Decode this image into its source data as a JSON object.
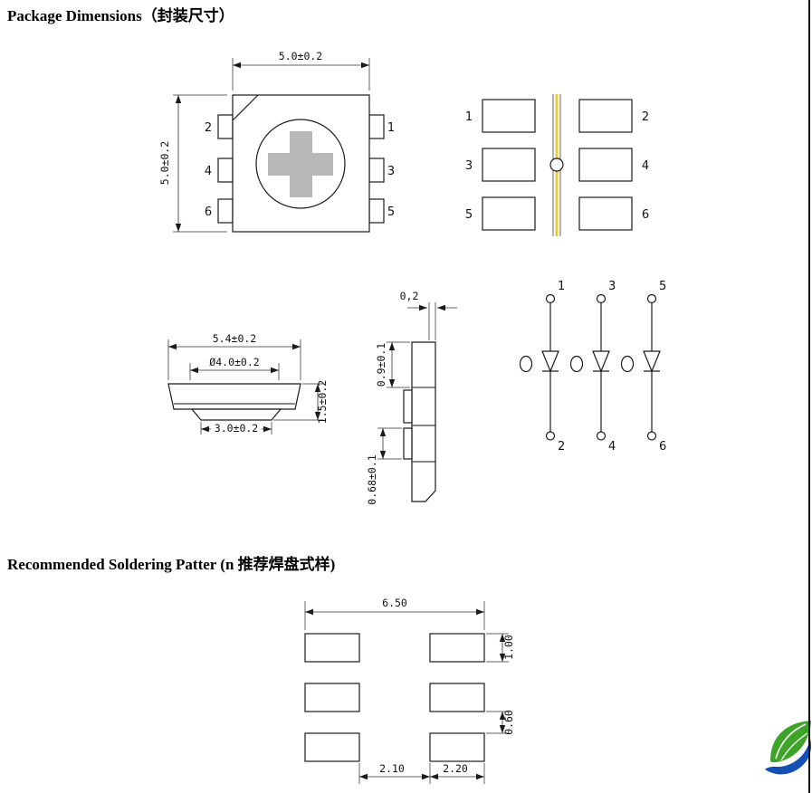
{
  "page": {
    "section1_title": "Package Dimensions（封装尺寸）",
    "section2_title": "Recommended Soldering Patter (n 推荐焊盘式样)"
  },
  "colors": {
    "drawing_line": "#1a1a1a",
    "center_line_yellow": "#e8cc3a",
    "chip_gray": "#b8b8b8",
    "logo_green": "#3fa32a",
    "logo_blue": "#1450b4"
  },
  "top_view": {
    "dim_width": "5.0±0.2",
    "dim_height": "5.0±0.2",
    "pin_left": [
      "2",
      "4",
      "6"
    ],
    "pin_right": [
      "1",
      "3",
      "5"
    ]
  },
  "bottom_view": {
    "pin_left": [
      "1",
      "3",
      "5"
    ],
    "pin_right": [
      "2",
      "4",
      "6"
    ]
  },
  "side_view": {
    "dim_width": "5.4±0.2",
    "dim_lens": "Ø4.0±0.2",
    "dim_base": "3.0±0.2",
    "dim_height": "1.5±0.2"
  },
  "section_view": {
    "dim_gap": "0,2",
    "dim_top": "0.9±0.1",
    "dim_bottom": "0.68±0.1"
  },
  "schematic": {
    "top_pins": [
      "1",
      "3",
      "5"
    ],
    "bottom_pins": [
      "2",
      "4",
      "6"
    ]
  },
  "solder": {
    "dim_total_width": "6.50",
    "dim_pad_height": "1.00",
    "dim_row_gap": "0.60",
    "dim_col_gap": "2.10",
    "dim_pad_width": "2.20"
  }
}
